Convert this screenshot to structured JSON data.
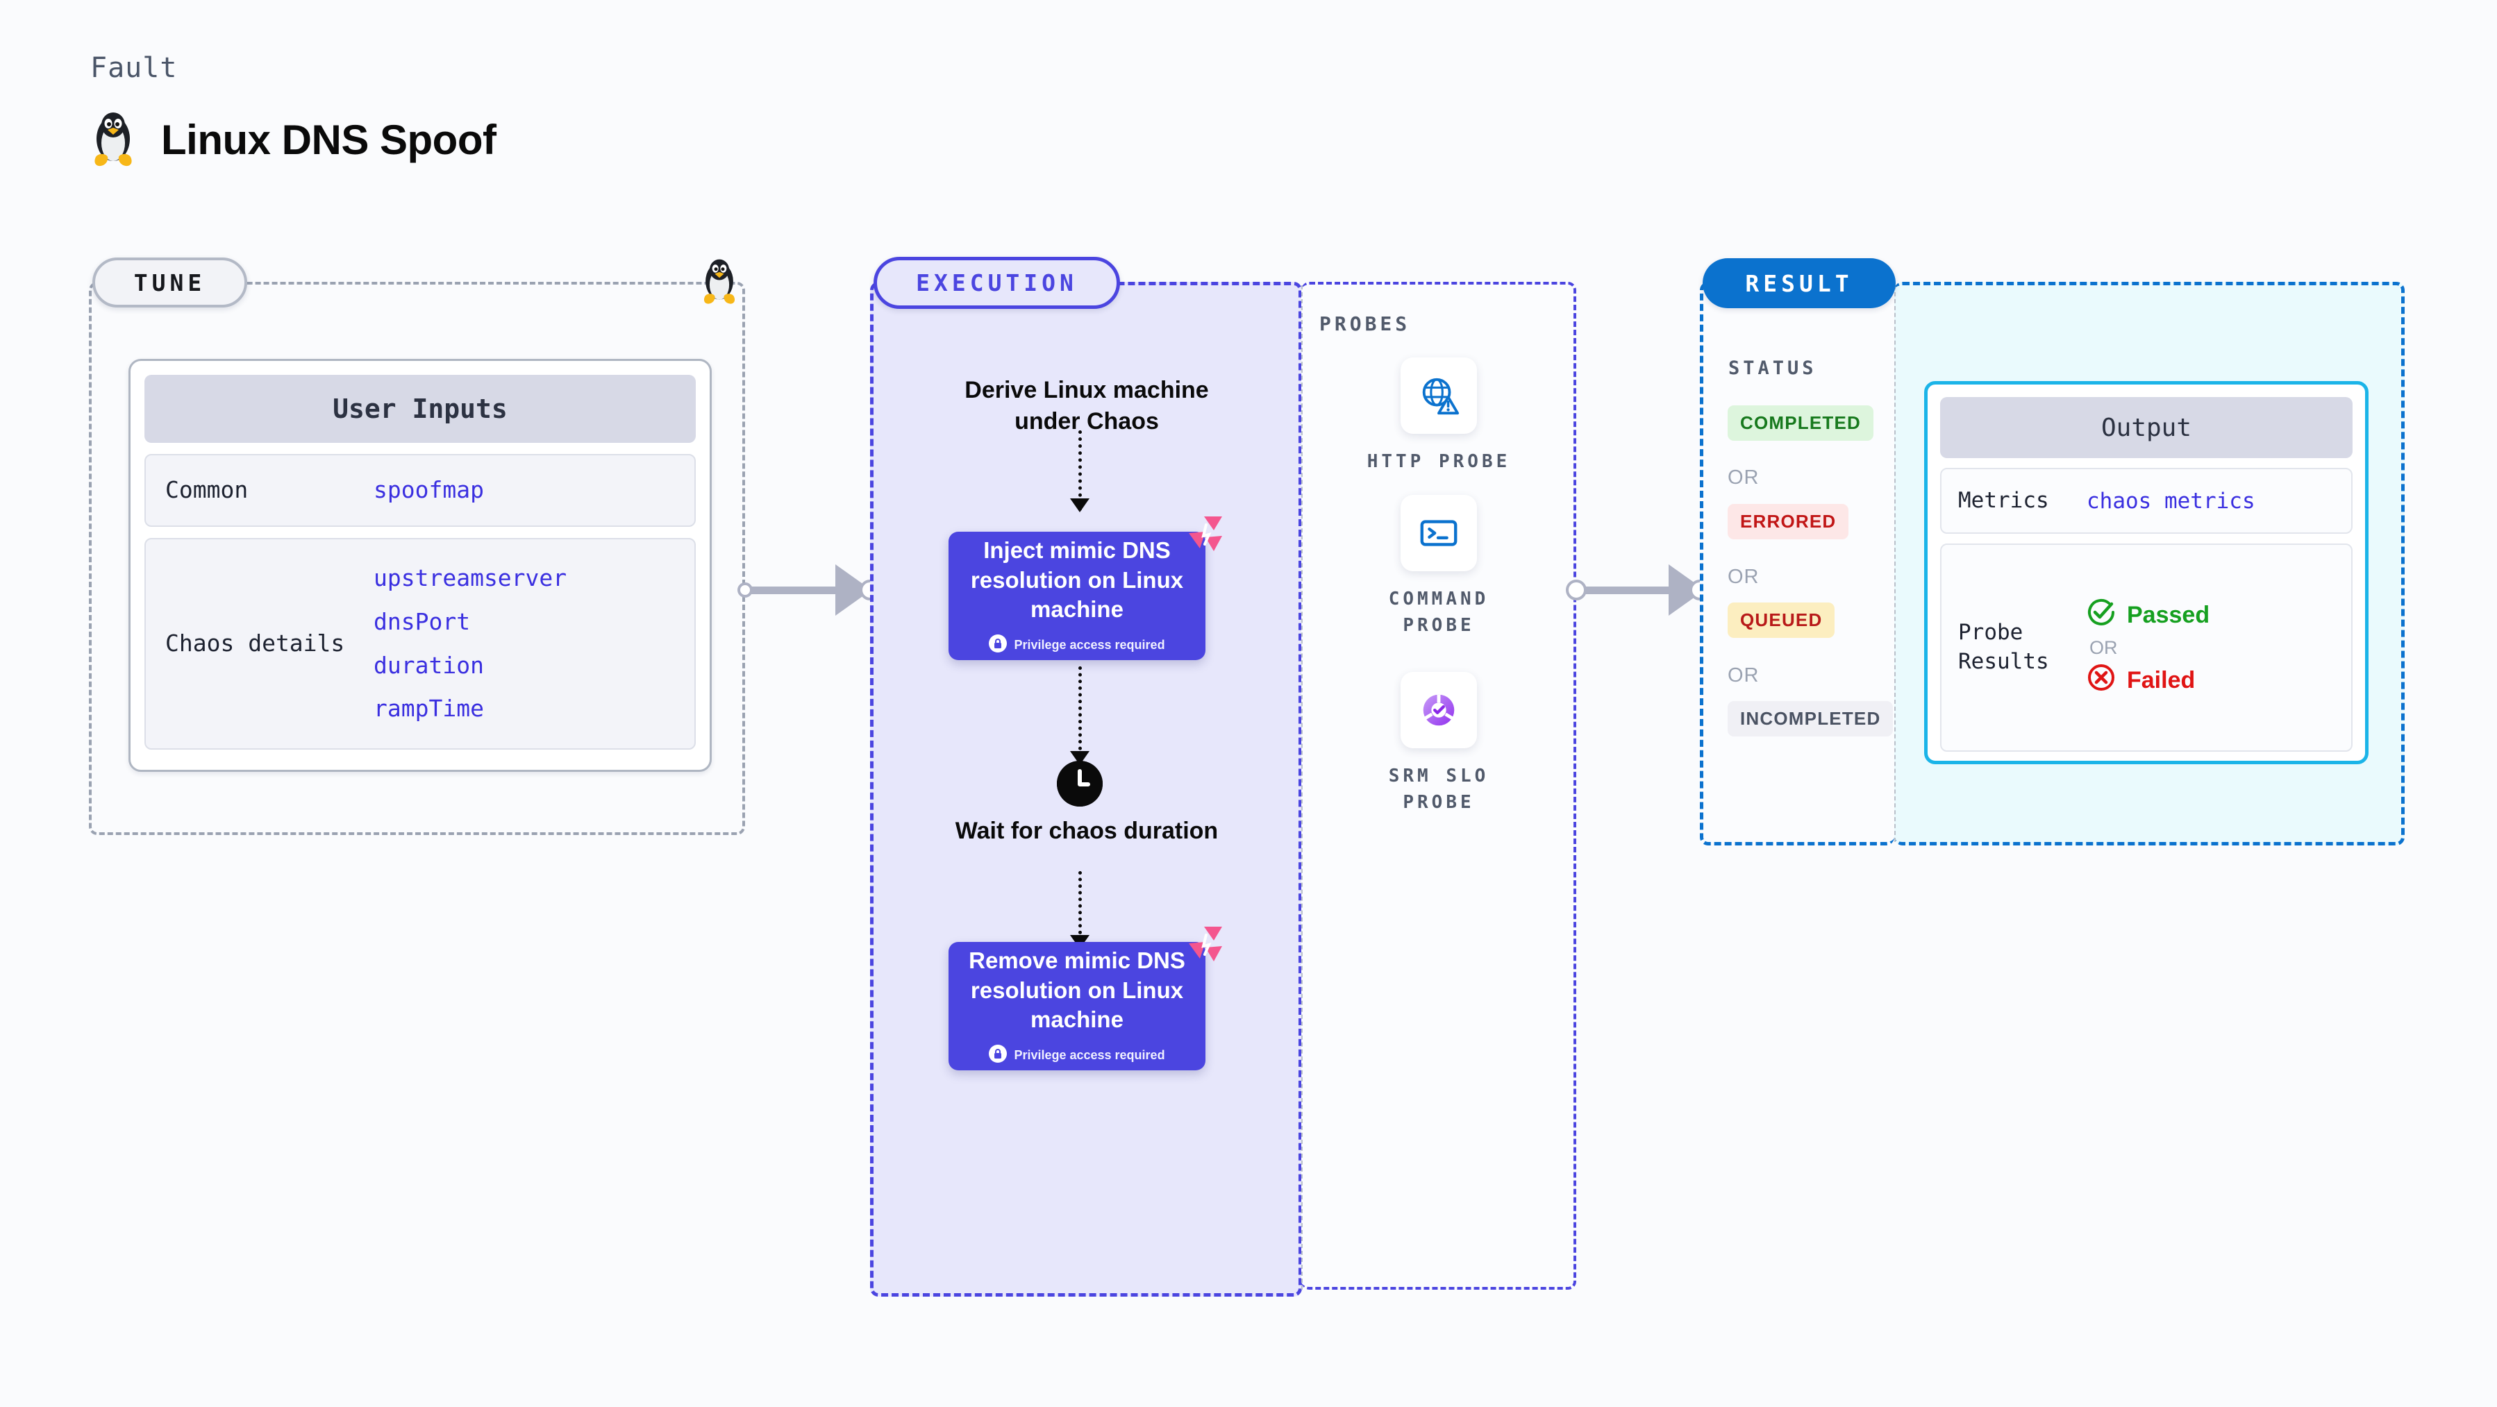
{
  "header": {
    "kicker": "Fault",
    "title": "Linux DNS Spoof",
    "icon": "linux-penguin-icon"
  },
  "tune": {
    "pill_label": "TUNE",
    "card_title": "User Inputs",
    "rows": [
      {
        "key": "Common",
        "values": [
          "spoofmap"
        ]
      },
      {
        "key": "Chaos details",
        "values": [
          "upstreamserver",
          "dnsPort",
          "duration",
          "rampTime"
        ]
      }
    ],
    "badge_icon": "linux-penguin-icon"
  },
  "execution": {
    "pill_label": "EXECUTION",
    "derive_caption": "Derive Linux machine under Chaos",
    "wait_caption": "Wait for chaos duration",
    "wait_icon": "clock-icon",
    "steps": [
      {
        "title": "Inject mimic DNS resolution on Linux machine",
        "note": "Privilege access required",
        "note_icon": "lock-icon",
        "badge_icon": "chaos-logo-icon"
      },
      {
        "title": "Remove mimic DNS resolution on Linux machine",
        "note": "Privilege access required",
        "note_icon": "lock-icon",
        "badge_icon": "chaos-logo-icon"
      }
    ]
  },
  "probes": {
    "label": "PROBES",
    "items": [
      {
        "label": "HTTP PROBE",
        "icon": "globe-warning-icon"
      },
      {
        "label": "COMMAND PROBE",
        "icon": "terminal-icon"
      },
      {
        "label": "SRM SLO PROBE",
        "icon": "slo-donut-check-icon"
      }
    ]
  },
  "result": {
    "pill_label": "RESULT",
    "status_label": "STATUS",
    "or_label": "OR",
    "statuses": [
      {
        "label": "COMPLETED",
        "bg": "#DDF5DD",
        "fg": "#17791D"
      },
      {
        "label": "ERRORED",
        "bg": "#FDE7E7",
        "fg": "#C11616"
      },
      {
        "label": "QUEUED",
        "bg": "#FCEEC0",
        "fg": "#B81919"
      },
      {
        "label": "INCOMPLETED",
        "bg": "#F0F0F5",
        "fg": "#4A5262"
      }
    ]
  },
  "output": {
    "card_title": "Output",
    "metrics": {
      "key": "Metrics",
      "value": "chaos metrics"
    },
    "probe_results": {
      "key": "Probe Results",
      "or_label": "OR",
      "passed": {
        "label": "Passed",
        "icon": "check-circle-icon",
        "color": "#16A020"
      },
      "failed": {
        "label": "Failed",
        "icon": "x-circle-icon",
        "color": "#E01414"
      }
    }
  },
  "colors": {
    "page_bg": "#FAFBFD",
    "tune_border": "#9AA2B1",
    "execution_accent": "#4B45E0",
    "execution_bg": "#E7E7FB",
    "result_accent": "#0B72CE",
    "output_bg": "#EAFAFD",
    "output_card_border": "#1BB4E8",
    "chaos_badge": "#F4568E",
    "connector": "#AEB2C4"
  }
}
